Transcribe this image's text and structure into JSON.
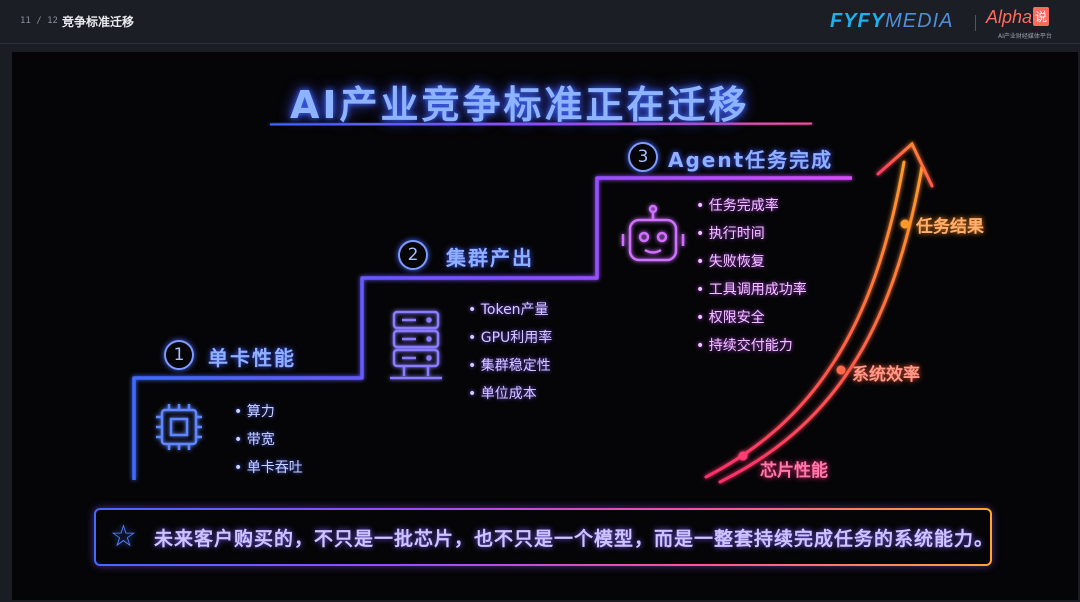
{
  "header": {
    "page_current": "11",
    "page_sep": "/",
    "page_total": "12",
    "breadcrumb": "竞争标准迁移",
    "brand_fyfy": "FYFY",
    "brand_media": "MEDIA",
    "alpha_text": "Alpha",
    "alpha_badge": "说",
    "alpha_sub": "AI产业财经媒体平台"
  },
  "slide": {
    "title": "AI产业竞争标准正在迁移",
    "steps": [
      {
        "num": "1",
        "label": "单卡性能",
        "items": [
          "算力",
          "带宽",
          "单卡吞吐"
        ]
      },
      {
        "num": "2",
        "label": "集群产出",
        "items": [
          "Token产量",
          "GPU利用率",
          "集群稳定性",
          "单位成本"
        ]
      },
      {
        "num": "3",
        "label": "Agent任务完成",
        "items": [
          "任务完成率",
          "执行时间",
          "失败恢复",
          "工具调用成功率",
          "权限安全",
          "持续交付能力"
        ]
      }
    ],
    "arrow_points": [
      "芯片性能",
      "系统效率",
      "任务结果"
    ],
    "banner": "未来客户购买的，不只是一批芯片，也不只是一个模型，而是一整套持续完成任务的系统能力。"
  },
  "colors": {
    "blue": "#3f6bff",
    "violet": "#9a4bff",
    "pink": "#ff4fa0",
    "orange": "#ffa632"
  }
}
